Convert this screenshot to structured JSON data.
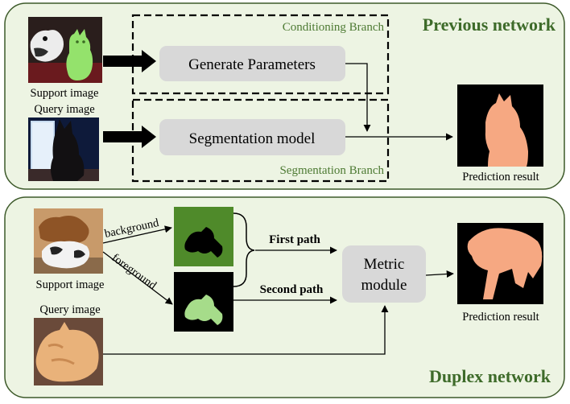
{
  "colors": {
    "panel_fill": "#edf4e3",
    "panel_stroke": "#3d5a2a",
    "title_green": "#3e6b2a",
    "branch_text": "#4d7a33",
    "module_fill": "#d8d8d8",
    "prediction_fg": "#f6a882",
    "mask_bg_green": "#4f8a2a",
    "mask_fg_green": "#a6dc8a"
  },
  "previous": {
    "title": "Previous network",
    "support_label": "Support image",
    "query_label": "Query image",
    "conditioning_label": "Conditioning Branch",
    "segmentation_branch_label": "Segmentation Branch",
    "generate_label": "Generate Parameters",
    "segmodel_label": "Segmentation model",
    "prediction_label": "Prediction result"
  },
  "duplex": {
    "title": "Duplex network",
    "support_label": "Support image",
    "query_label": "Query image",
    "background_label": "background",
    "foreground_label": "foreground",
    "first_path_label": "First path",
    "second_path_label": "Second path",
    "metric_line1": "Metric",
    "metric_line2": "module",
    "prediction_label": "Prediction result"
  },
  "icons": {
    "support_photo_top": "dog-and-cat-photo",
    "query_photo_top": "cat-at-window-photo",
    "prediction_top": "cat-silhouette-mask",
    "support_photo_bottom": "dogs-and-cat-photo",
    "background_mask": "background-mask",
    "foreground_mask": "foreground-mask",
    "query_photo_bottom": "orange-cat-photo",
    "prediction_bottom": "cat-shape-mask"
  }
}
